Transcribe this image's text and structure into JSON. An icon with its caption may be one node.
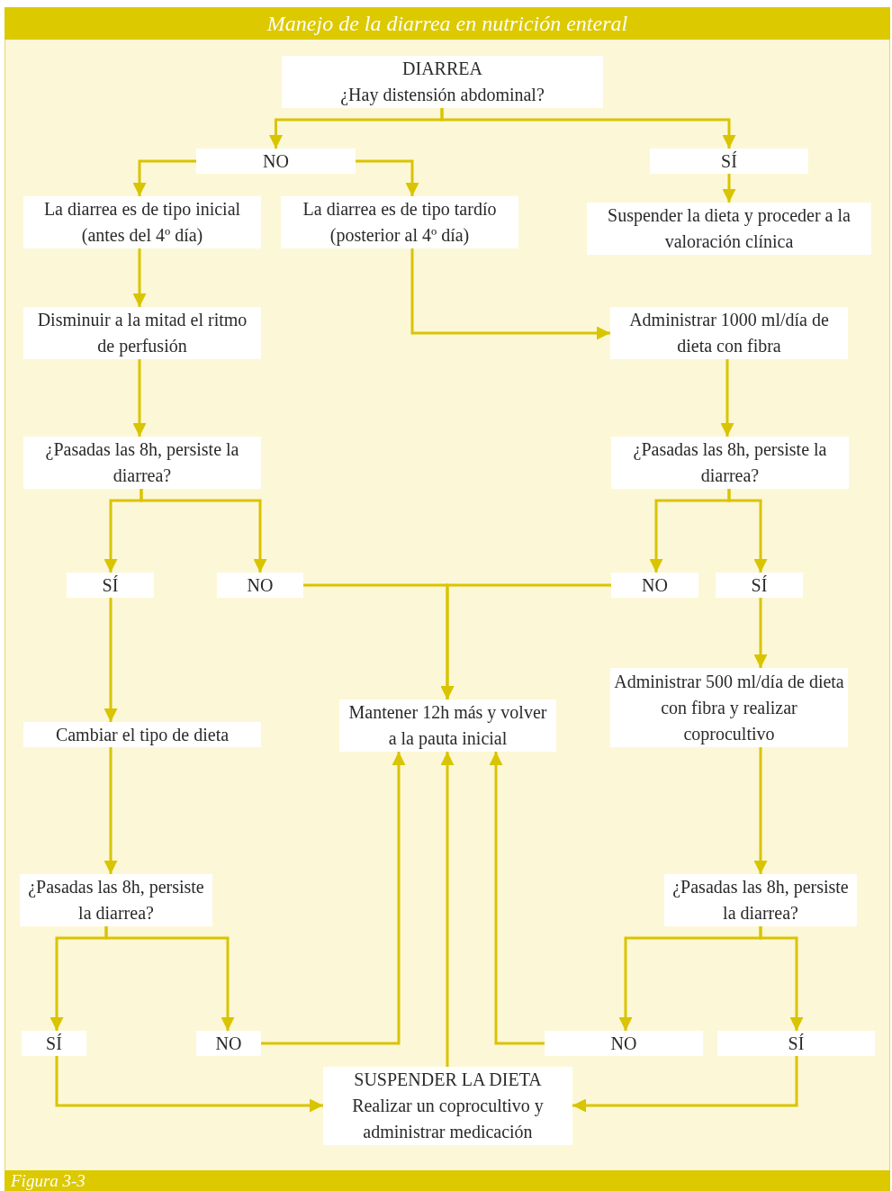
{
  "diagram": {
    "title": "Manejo de la diarrea en nutrición enteral",
    "caption": "Figura 3-3",
    "nodes": [
      {
        "text": [
          "DIARREA",
          "¿Hay distensión abdominal?"
        ]
      },
      {
        "text": [
          "NO"
        ]
      },
      {
        "text": [
          "SÍ"
        ]
      },
      {
        "text": [
          "La diarrea es de tipo inicial (antes del 4º día)"
        ]
      },
      {
        "text": [
          "La diarrea es de tipo tardío (posterior al 4º día)"
        ]
      },
      {
        "text": [
          "Suspender la dieta y proceder a la valoración clínica"
        ]
      },
      {
        "text": [
          "Disminuir a la mitad el ritmo de perfusión"
        ]
      },
      {
        "text": [
          "Administrar 1000 ml/día de dieta con fibra"
        ]
      },
      {
        "text": [
          "¿Pasadas las 8h, persiste la diarrea?"
        ]
      },
      {
        "text": [
          "¿Pasadas las 8h, persiste la diarrea?"
        ]
      },
      {
        "text": [
          "SÍ"
        ]
      },
      {
        "text": [
          "NO"
        ]
      },
      {
        "text": [
          "NO"
        ]
      },
      {
        "text": [
          "SÍ"
        ]
      },
      {
        "text": [
          "Cambiar el tipo de dieta"
        ]
      },
      {
        "text": [
          "Mantener 12h más y volver a la pauta inicial"
        ]
      },
      {
        "text": [
          "Administrar 500 ml/día de dieta con fibra y realizar coprocultivo"
        ]
      },
      {
        "text": [
          "¿Pasadas las 8h, persiste la diarrea?"
        ]
      },
      {
        "text": [
          "¿Pasadas las 8h, persiste la diarrea?"
        ]
      },
      {
        "text": [
          "SÍ"
        ]
      },
      {
        "text": [
          "NO"
        ]
      },
      {
        "text": [
          "NO"
        ]
      },
      {
        "text": [
          "SÍ"
        ]
      },
      {
        "text": [
          "SUSPENDER LA DIETA",
          "Realizar un coprocultivo y administrar medicación"
        ]
      }
    ],
    "edges": [
      {
        "from": 0,
        "to": 1,
        "arrow": "to"
      },
      {
        "from": 0,
        "to": 2,
        "arrow": "to"
      },
      {
        "from": 1,
        "to": 3,
        "arrow": "to"
      },
      {
        "from": 1,
        "to": 4,
        "arrow": "to"
      },
      {
        "from": 2,
        "to": 5,
        "arrow": "to"
      },
      {
        "from": 3,
        "to": 6,
        "arrow": "to"
      },
      {
        "from": 4,
        "to": 7,
        "arrow": "to"
      },
      {
        "from": 6,
        "to": 8,
        "arrow": "to"
      },
      {
        "from": 7,
        "to": 9,
        "arrow": "to"
      },
      {
        "from": 8,
        "to": 10,
        "arrow": "to"
      },
      {
        "from": 8,
        "to": 11,
        "arrow": "to"
      },
      {
        "from": 9,
        "to": 12,
        "arrow": "to"
      },
      {
        "from": 9,
        "to": 13,
        "arrow": "to"
      },
      {
        "from": 11,
        "to": 15,
        "arrow": "to"
      },
      {
        "from": 12,
        "to": 15,
        "arrow": "to"
      },
      {
        "from": 10,
        "to": 14,
        "arrow": "to"
      },
      {
        "from": 13,
        "to": 16,
        "arrow": "to"
      },
      {
        "from": 14,
        "to": 17,
        "arrow": "to"
      },
      {
        "from": 16,
        "to": 18,
        "arrow": "to"
      },
      {
        "from": 17,
        "to": 19,
        "arrow": "to"
      },
      {
        "from": 17,
        "to": 20,
        "arrow": "to"
      },
      {
        "from": 18,
        "to": 21,
        "arrow": "to"
      },
      {
        "from": 18,
        "to": 22,
        "arrow": "to"
      },
      {
        "from": 20,
        "to": 15,
        "arrow": "to"
      },
      {
        "from": 23,
        "to": 15,
        "arrow": "to"
      },
      {
        "from": 21,
        "to": 15,
        "arrow": "to"
      },
      {
        "from": 19,
        "to": 23,
        "arrow": "to"
      },
      {
        "from": 22,
        "to": 23,
        "arrow": "to"
      }
    ]
  }
}
